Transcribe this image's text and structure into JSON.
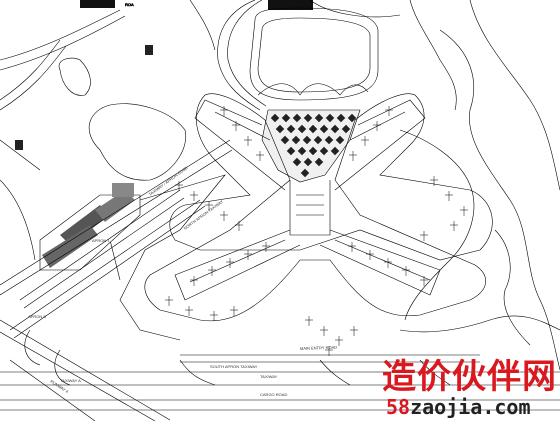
{
  "drawing": {
    "labels": {
      "label_1": "ROA",
      "label_2": "APRON 1",
      "label_3": "TAXIWAY / APRON EDGE",
      "label_4": "NORTH APRON TAXIWAY",
      "label_5": "MAIN ENTRY ROAD",
      "label_6": "TAXIWAY",
      "label_7": "APRON B",
      "label_8": "CARGO ROAD",
      "label_9": "SOUTH APRON TAXIWAY",
      "label_10": "RUNWAY 4",
      "label_11": "TAXIWAY A"
    }
  },
  "watermark": {
    "brand_cn": "造价伙伴网",
    "url_number": "58",
    "url_text": "zaojia.com"
  },
  "colors": {
    "line": "#000000",
    "watermark_red": "#d9181f",
    "watermark_dark": "#222222"
  }
}
